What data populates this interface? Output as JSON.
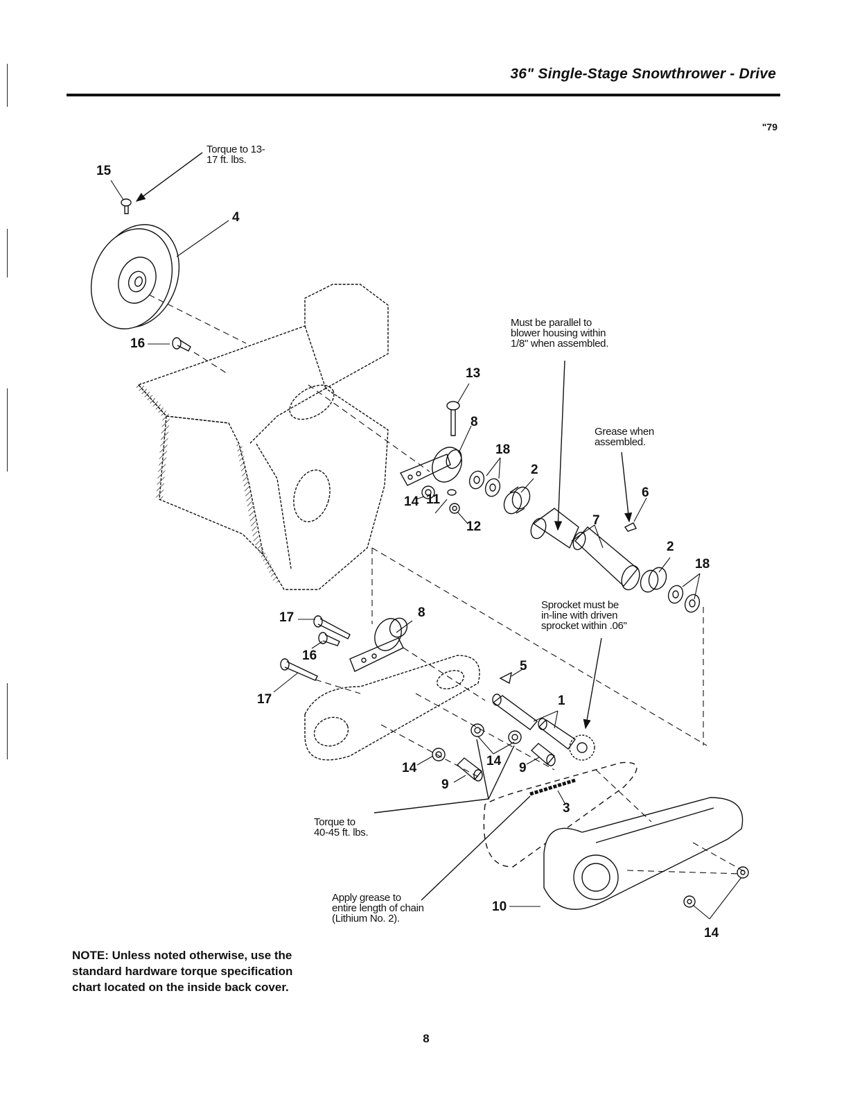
{
  "header": {
    "title": "36\" Single-Stage Snowthrower - Drive",
    "page_code": "\"79"
  },
  "diagram": {
    "callouts": {
      "torque_13_17": "Torque to 13-\n17 ft. lbs.",
      "parallel": "Must be parallel to\nblower housing within\n1/8\" when assembled.",
      "grease_when": "Grease when\nassembled.",
      "sprocket_inline": "Sprocket must be\nin-line with driven\nsprocket within .06\"",
      "torque_40_45": "Torque to\n40-45 ft. lbs.",
      "apply_grease": "Apply grease to\nentire length of chain\n(Lithium No. 2)."
    },
    "part_numbers": {
      "p15": "15",
      "p4": "4",
      "p16a": "16",
      "p13": "13",
      "p8a": "8",
      "p18a": "18",
      "p2a": "2",
      "p14a": "14",
      "p11": "11",
      "p12": "12",
      "p7": "7",
      "p6": "6",
      "p2b": "2",
      "p18b": "18",
      "p17a": "17",
      "p8b": "8",
      "p16b": "16",
      "p17b": "17",
      "p5": "5",
      "p1": "1",
      "p14b": "14",
      "p14c": "14",
      "p9a": "9",
      "p9b": "9",
      "p3": "3",
      "p10": "10",
      "p14d": "14"
    }
  },
  "note": "NOTE: Unless noted otherwise, use the standard hardware torque specification chart located on the inside back cover.",
  "page_number": "8"
}
